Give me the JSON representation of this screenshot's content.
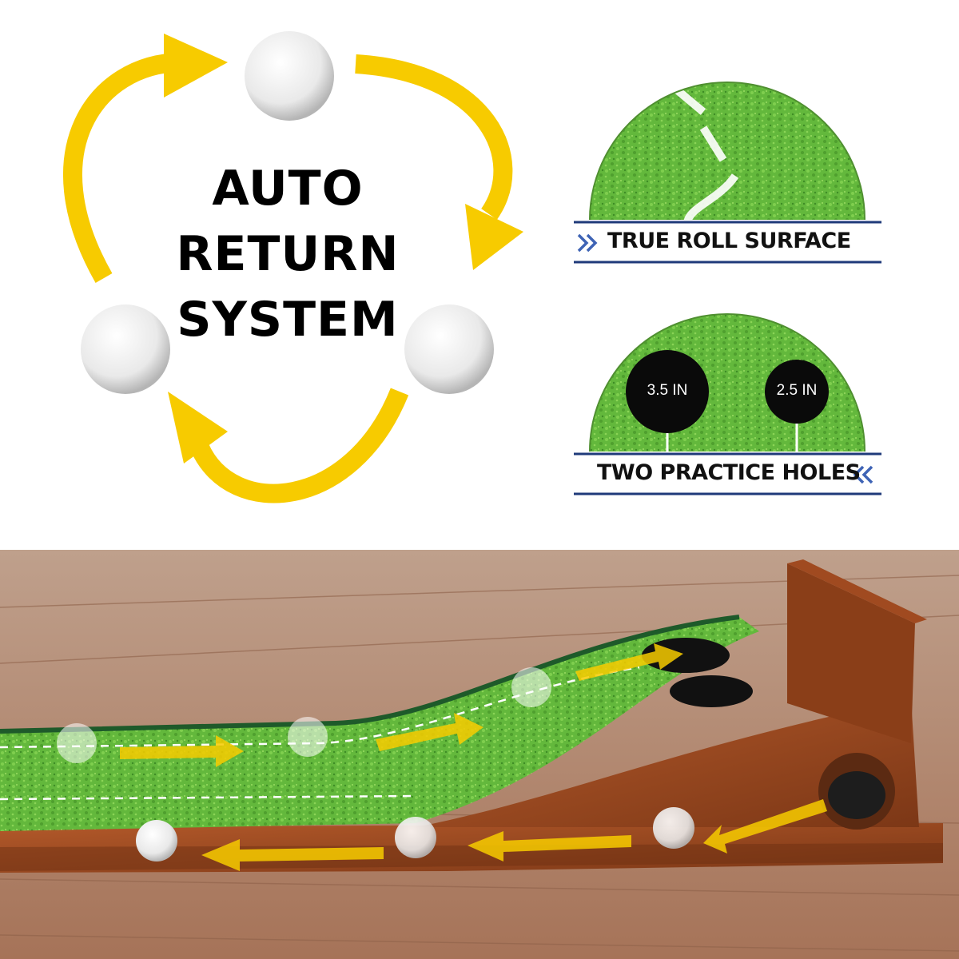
{
  "headline": {
    "line1": "AUTO",
    "line2": "RETURN",
    "line3": "SYSTEM"
  },
  "features": {
    "surface": {
      "label": "TRUE ROLL SURFACE",
      "icon": "double-chevron-right-icon"
    },
    "holes": {
      "label": "TWO PRACTICE HOLES",
      "icon": "double-chevron-left-icon"
    }
  },
  "hole_sizes": {
    "large": "3.5 IN",
    "small": "2.5 IN"
  },
  "colors": {
    "arrow_yellow": "#f7cb00",
    "turf_green": "#5fb83a",
    "hole_black": "#0a0a0a",
    "divider_navy": "#1f3a7a",
    "chevron_blue": "#3e63b5",
    "wood_brown": "#9a4a22",
    "floor_wood": "#b28266"
  }
}
